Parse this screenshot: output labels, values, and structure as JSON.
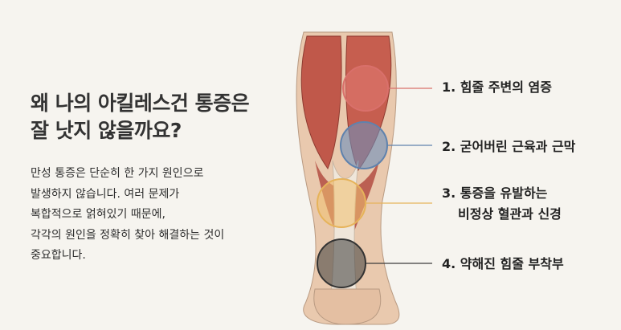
{
  "title": [
    "왜 나의 아킬레스건 통증은",
    "잘 낫지 않을까요?"
  ],
  "description": [
    "만성 통증은 단순히 한 가지 원인으로",
    "발생하지 않습니다. 여러 문제가",
    "복합적으로 얽혀있기 때문에,",
    "각각의 원인을 정확히 찾아 해결하는 것이",
    "중요합니다."
  ],
  "causes": [
    {
      "label": "1. 힘줄 주변의 염증",
      "color": "#d9706b"
    },
    {
      "label": "2. 굳어버린 근육과 근막",
      "color": "#5f82ad"
    },
    {
      "label": "3. 통증을 유발하는",
      "label_line2": "비정상 혈관과 신경",
      "color": "#e6b35a"
    },
    {
      "label": "4. 약해진 힘줄 부착부",
      "color": "#3c3c3c"
    }
  ]
}
